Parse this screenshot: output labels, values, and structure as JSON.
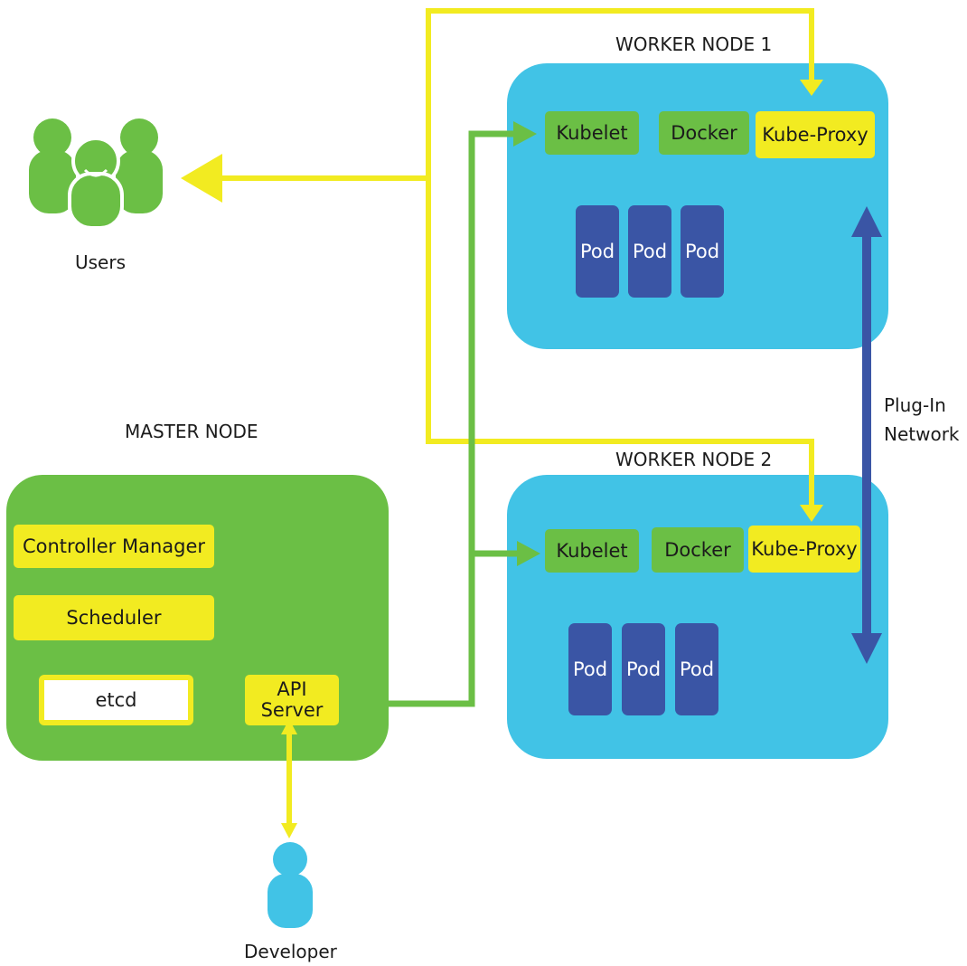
{
  "worker1": {
    "title": "WORKER NODE 1",
    "kubelet": "Kubelet",
    "docker": "Docker",
    "kube_proxy": "Kube-Proxy",
    "pods": [
      "Pod",
      "Pod",
      "Pod"
    ]
  },
  "worker2": {
    "title": "WORKER NODE 2",
    "kubelet": "Kubelet",
    "docker": "Docker",
    "kube_proxy": "Kube-Proxy",
    "pods": [
      "Pod",
      "Pod",
      "Pod"
    ]
  },
  "master": {
    "title": "MASTER NODE",
    "controller_manager": "Controller Manager",
    "scheduler": "Scheduler",
    "etcd": "etcd",
    "api_server_line1": "API",
    "api_server_line2": "Server"
  },
  "users_label": "Users",
  "developer_label": "Developer",
  "network_label_line1": "Plug-In",
  "network_label_line2": "Network",
  "colors": {
    "worker_node": "#41c3e6",
    "master_node": "#6bbf45",
    "component_green": "#6bbf45",
    "component_yellow": "#f2eb21",
    "pod": "#3a55a5",
    "yellow_arrow": "#f2eb21",
    "green_arrow": "#6bbf45",
    "network_arrow": "#3a55a5",
    "developer_icon": "#41c3e6",
    "users_icon": "#6bbf45"
  }
}
